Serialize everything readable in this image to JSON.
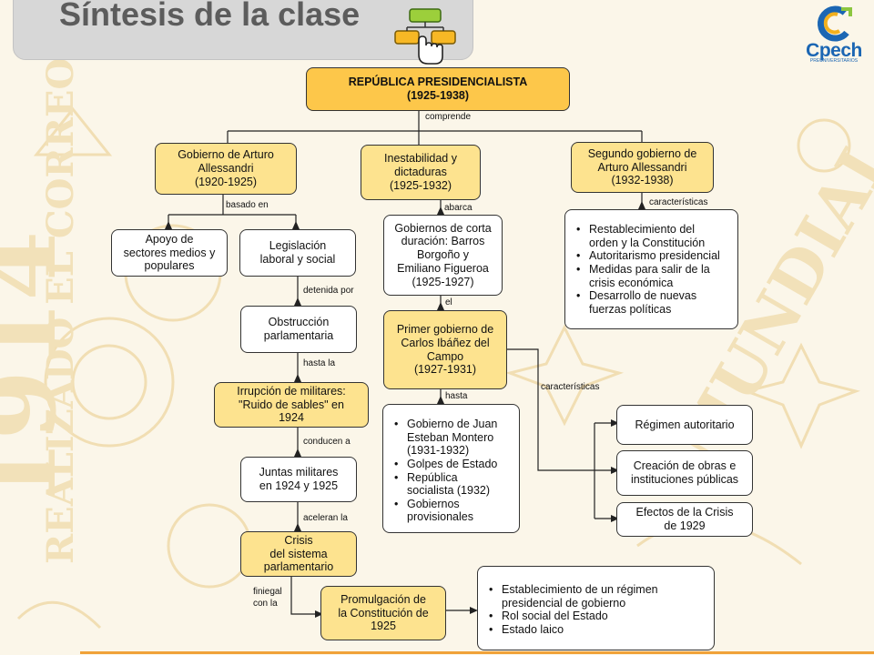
{
  "header": {
    "title": "Síntesis de la clase",
    "logo_word": "Cpech",
    "logo_sub": "PREUNIVERSITARIOS",
    "accent": "#fdc74a",
    "box_fill": "#fde38f"
  },
  "nodes": {
    "root": [
      "REPÚBLICA PRESIDENCIALISTA",
      "(1925-1938)"
    ],
    "alessandri1": [
      "Gobierno de Arturo",
      "Allessandri",
      "(1920-1925)"
    ],
    "inestabilidad": [
      "Inestabilidad y",
      "dictaduras",
      "(1925-1932)"
    ],
    "alessandri2": [
      "Segundo gobierno de",
      "Arturo Allessandri",
      "(1932-1938)"
    ],
    "apoyo": [
      "Apoyo de",
      "sectores medios y",
      "populares"
    ],
    "legislacion": [
      "Legislación",
      "laboral y social"
    ],
    "gobiernos_corta": [
      "Gobiernos de corta",
      "duración: Barros",
      "Borgoño y",
      "Emiliano Figueroa",
      "(1925-1927)"
    ],
    "obstruccion": [
      "Obstrucción",
      "parlamentaria"
    ],
    "ibanez": [
      "Primer gobierno de",
      "Carlos Ibáñez del",
      "Campo",
      "(1927-1931)"
    ],
    "irrupcion": [
      "Irrupción de militares:",
      "\"Ruido de sables\" en",
      "1924"
    ],
    "juntas": [
      "Juntas militares",
      "en 1924 y 1925"
    ],
    "crisis": [
      "Crisis",
      "del sistema",
      "parlamentario"
    ],
    "promulgacion": [
      "Promulgación de",
      "la Constitución de",
      "1925"
    ],
    "regimen": [
      "Régimen autoritario"
    ],
    "obras": [
      "Creación de obras e",
      "instituciones públicas"
    ],
    "efectos": [
      "Efectos de la Crisis",
      "de 1929"
    ]
  },
  "lists": {
    "segundo": [
      [
        "Restablecimiento del",
        "orden y la Constitución"
      ],
      [
        "Autoritarismo presidencial"
      ],
      [
        "Medidas para salir de la",
        "crisis económica"
      ],
      [
        "Desarrollo de nuevas",
        "fuerzas políticas"
      ]
    ],
    "hasta": [
      [
        "Gobierno de Juan",
        "Esteban Montero",
        "(1931-1932)"
      ],
      [
        "Golpes de Estado"
      ],
      [
        "República",
        "socialista (1932)"
      ],
      [
        "Gobiernos",
        "provisionales"
      ]
    ],
    "constitucion": [
      [
        "Establecimiento de un régimen",
        "presidencial de gobierno"
      ],
      [
        "Rol social del Estado"
      ],
      [
        "Estado laico"
      ]
    ]
  },
  "edges": {
    "comprende": "comprende",
    "basado_en": "basado en",
    "abarca": "abarca",
    "caracteristicas_segundo": "características",
    "detenida_por": "detenida por",
    "el": "el",
    "hasta_la": "hasta la",
    "hasta": "hasta",
    "caracteristicas_ibanez": "características",
    "conducen_a": "conducen a",
    "aceleran_la": "aceleran la",
    "finiegal": "finiegal",
    "con_la": "con la"
  }
}
